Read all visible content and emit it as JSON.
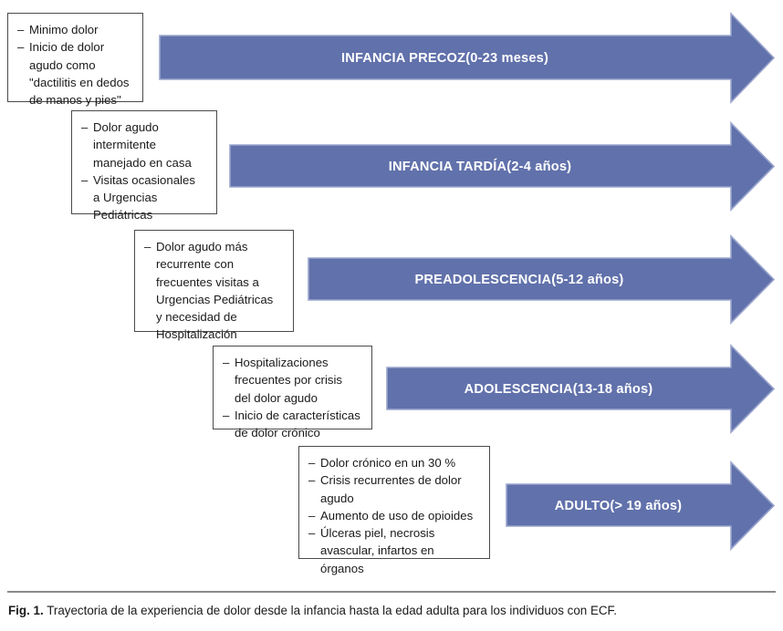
{
  "figure": {
    "title_prefix": "Fig. 1.",
    "caption": "Trayectoria de la experiencia de dolor desde la infancia hasta la edad adulta para los individuos con ECF.",
    "arrow_color": "#6171ab",
    "arrow_border_color": "#8e9bc6",
    "box_border_color": "#4a4a4a",
    "label_color": "#ffffff"
  },
  "stages": [
    {
      "id": "infancia-precoz",
      "arrow_label_main": "INFANCIA PRECOZ ",
      "arrow_label_sub": "(0-23 meses)",
      "bullets": [
        "Minimo dolor",
        "Inicio de dolor\nagudo como\n\"dactilitis en dedos\nde manos y pies\""
      ]
    },
    {
      "id": "infancia-tardia",
      "arrow_label_main": "INFANCIA TARDÍA ",
      "arrow_label_sub": "(2-4 años)",
      "bullets": [
        "Dolor agudo\nintermitente\nmanejado en casa",
        "Visitas ocasionales\na Urgencias\nPediátricas"
      ]
    },
    {
      "id": "preadolescencia",
      "arrow_label_main": "PREADOLESCENCIA ",
      "arrow_label_sub": "(5-12 años)",
      "bullets": [
        "Dolor agudo más\nrecurrente con\nfrecuentes visitas a\nUrgencias Pediátricas\ny necesidad de\nHospitalización"
      ]
    },
    {
      "id": "adolescencia",
      "arrow_label_main": "ADOLESCENCIA ",
      "arrow_label_sub": "(13-18 años)",
      "bullets": [
        "Hospitalizaciones\nfrecuentes por crisis\ndel dolor agudo",
        "Inicio de características\nde dolor crónico"
      ]
    },
    {
      "id": "adulto",
      "arrow_label_main": "ADULTO ",
      "arrow_label_sub": "(> 19 años)",
      "bullets": [
        "Dolor crónico en un 30 %",
        "Crisis recurrentes de dolor\nagudo",
        "Aumento de uso de opioides",
        "Úlceras piel, necrosis\navascular, infartos en\nórganos"
      ]
    }
  ]
}
